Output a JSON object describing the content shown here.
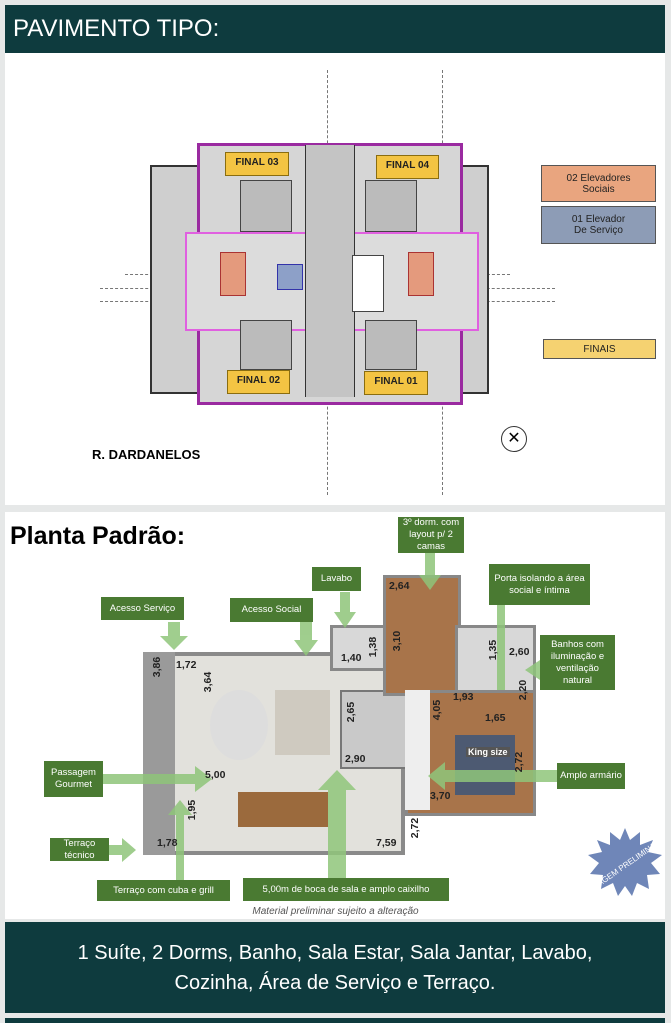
{
  "header": {
    "title": "PAVIMENTO TIPO:"
  },
  "floor_plan": {
    "units": [
      "FINAL 03",
      "FINAL 04",
      "FINAL 02",
      "FINAL 01"
    ],
    "legend": [
      {
        "label": "02 Elevadores Sociais",
        "color": "#e9a57f"
      },
      {
        "label": "01 Elevador De Serviço",
        "color": "#8d9cb6"
      },
      {
        "label": "FINAIS",
        "color": "#f5d271"
      }
    ],
    "street": "R. DARDANELOS"
  },
  "standard_plan": {
    "title": "Planta Padrão:",
    "callouts": {
      "dorm3": "3º dorm. com layout p/ 2 camas",
      "lavabo": "Lavabo",
      "porta": "Porta isolando a área social e íntima",
      "acesso_servico": "Acesso Serviço",
      "acesso_social": "Acesso Social",
      "banhos": "Banhos com iluminação e ventilação natural",
      "passagem": "Passagem Gourmet",
      "armario": "Amplo armário",
      "terraco_tecnico": "Terraço técnico",
      "terraco_cuba": "Terraço com cuba e grill",
      "boca_sala": "5,00m de boca de sala e amplo caixilho"
    },
    "dimensions": {
      "d264": "2,64",
      "d140": "1,40",
      "d138": "1,38",
      "d310": "3,10",
      "d135": "1,35",
      "d260": "2,60",
      "d386": "3,86",
      "d172": "1,72",
      "d364": "3,64",
      "d220": "2,20",
      "d193": "1,93",
      "d265": "2,65",
      "d405": "4,05",
      "d165": "1,65",
      "d290": "2,90",
      "d272a": "2,72",
      "d500": "5,00",
      "d195": "1,95",
      "d370": "3,70",
      "d272b": "2,72",
      "d178": "1,78",
      "d759": "7,59"
    },
    "king": "King size",
    "stamp": "IMAGEM PRELIMINAR",
    "caption": "Material preliminar sujeito a alteração"
  },
  "summary": {
    "line1": "1 Suíte, 2 Dorms, Banho, Sala Estar, Sala Jantar, Lavabo,",
    "line2": "Cozinha, Área de Serviço e Terraço."
  }
}
